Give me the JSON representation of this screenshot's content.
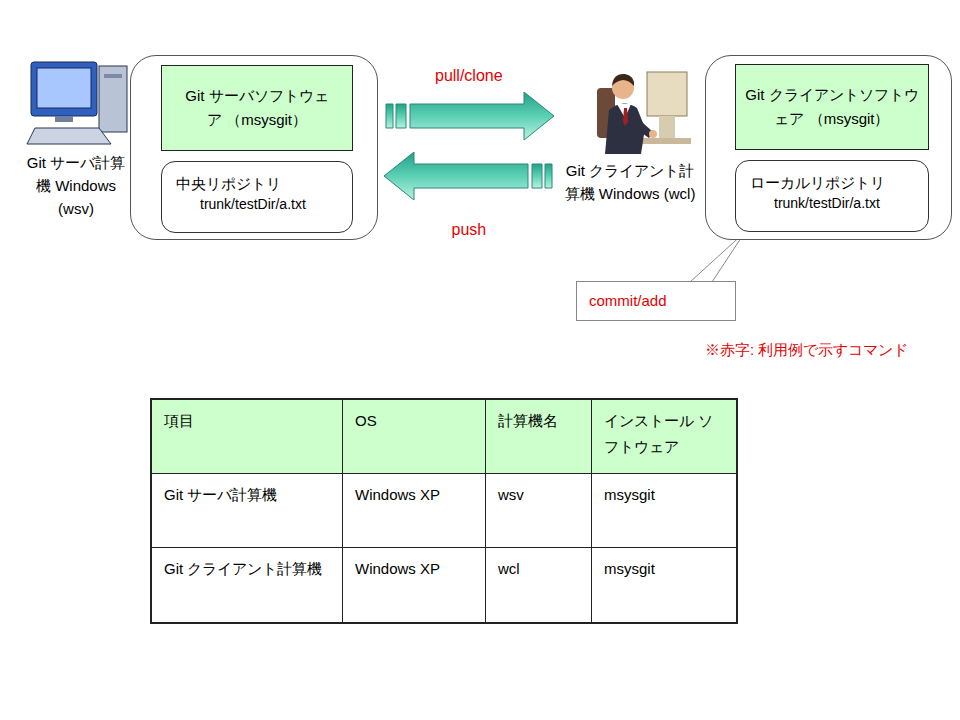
{
  "diagram": {
    "nodes": [
      {
        "text": [
          "Git サーバ計算機 Windows (wsv)"
        ]
      },
      {
        "text": [
          "Git サーバソフトウェア （msysgit）"
        ],
        "in": 0
      },
      {
        "text": [
          "中央リポジトリ",
          "trunk/testDir/a.txt"
        ],
        "in": 0
      },
      {
        "text": [
          "Git クライアント計算機 Windows (wcl)"
        ]
      },
      {
        "text": [
          "Git クライアントソフトウェア （msysgit）"
        ],
        "in": 3
      },
      {
        "text": [
          "ローカルリポジトリ",
          "trunk/testDir/a.txt"
        ],
        "in": 3
      },
      {
        "text": [
          "commit/add"
        ]
      }
    ],
    "edges": [
      {
        "from": 0,
        "to": 3,
        "arrow": "to",
        "label": "pull/clone"
      },
      {
        "from": 3,
        "to": 0,
        "arrow": "to",
        "label": "push"
      },
      {
        "from": 6,
        "to": 5,
        "arrow": "none"
      }
    ],
    "labels": [
      "※赤字: 利用例で示すコマンド",
      "項目",
      "OS",
      "計算機名",
      "インストール ソフトウェア",
      "Git サーバ計算機",
      "Windows XP",
      "wsv",
      "msysgit",
      "Git クライアント計算機",
      "Windows XP",
      "wcl",
      "msysgit"
    ]
  }
}
